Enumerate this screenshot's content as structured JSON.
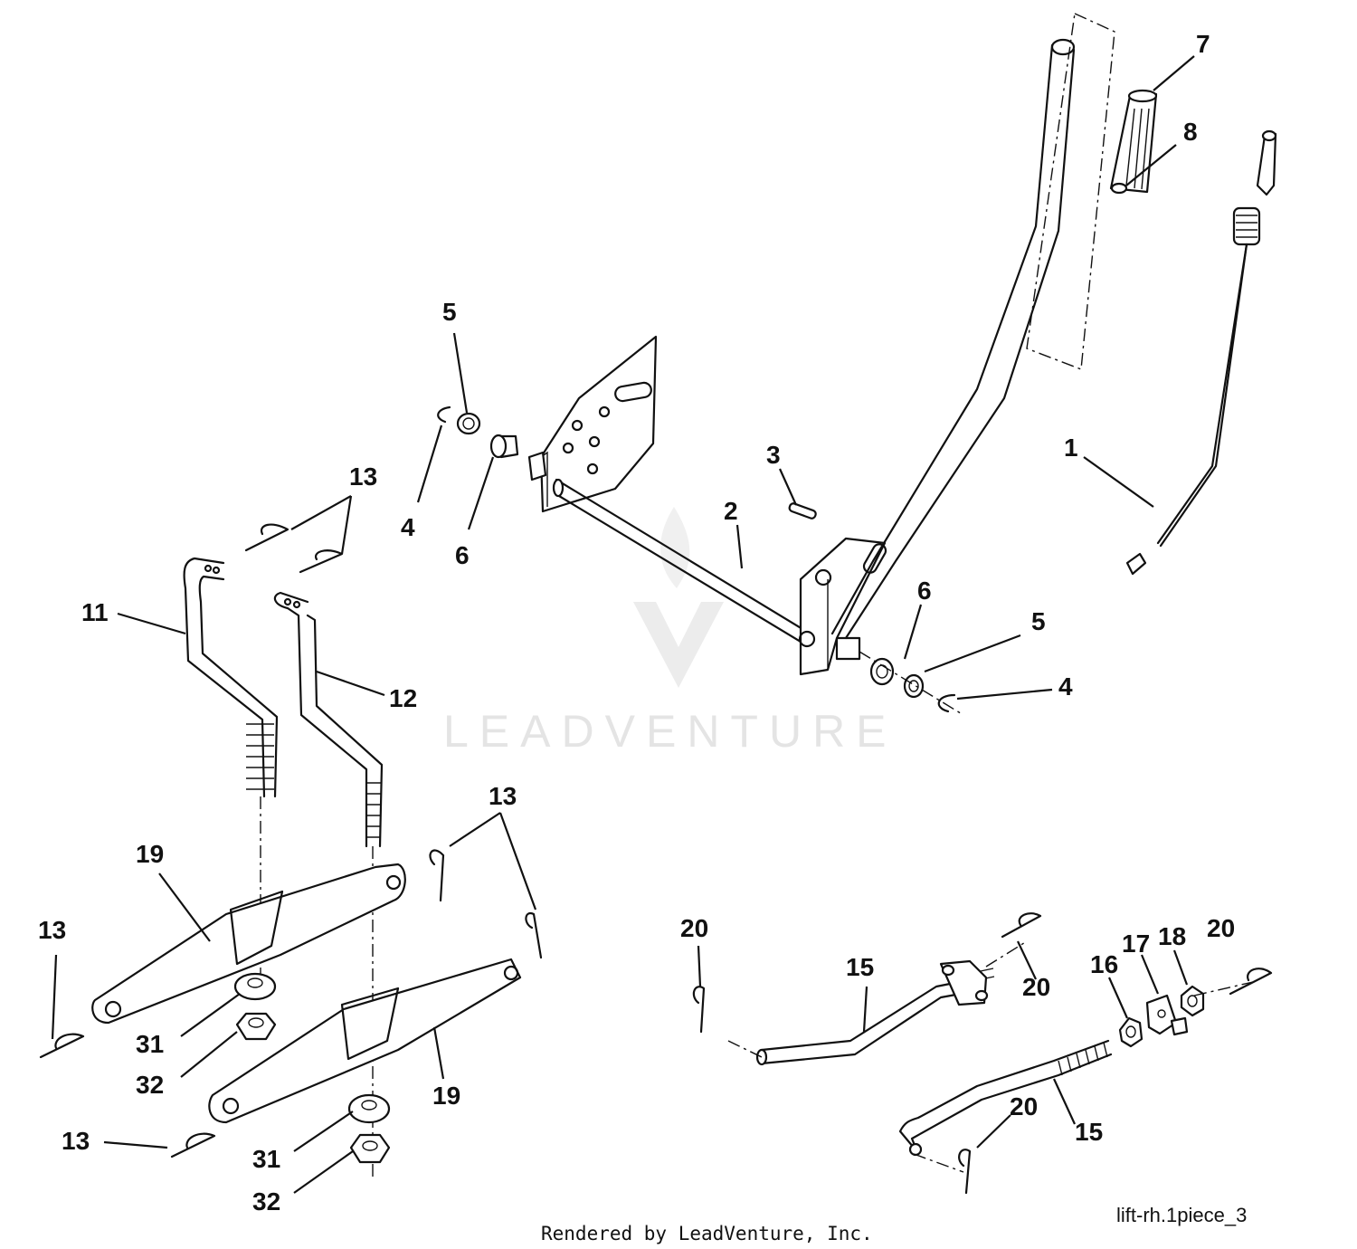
{
  "callouts": [
    {
      "id": "c1",
      "label": "1"
    },
    {
      "id": "c2",
      "label": "2"
    },
    {
      "id": "c3",
      "label": "3"
    },
    {
      "id": "c4a",
      "label": "4"
    },
    {
      "id": "c4b",
      "label": "4"
    },
    {
      "id": "c5a",
      "label": "5"
    },
    {
      "id": "c5b",
      "label": "5"
    },
    {
      "id": "c6a",
      "label": "6"
    },
    {
      "id": "c6b",
      "label": "6"
    },
    {
      "id": "c7",
      "label": "7"
    },
    {
      "id": "c8",
      "label": "8"
    },
    {
      "id": "c11",
      "label": "11"
    },
    {
      "id": "c12",
      "label": "12"
    },
    {
      "id": "c13a",
      "label": "13"
    },
    {
      "id": "c13b",
      "label": "13"
    },
    {
      "id": "c13c",
      "label": "13"
    },
    {
      "id": "c13d",
      "label": "13"
    },
    {
      "id": "c15a",
      "label": "15"
    },
    {
      "id": "c15b",
      "label": "15"
    },
    {
      "id": "c16",
      "label": "16"
    },
    {
      "id": "c17",
      "label": "17"
    },
    {
      "id": "c18",
      "label": "18"
    },
    {
      "id": "c19a",
      "label": "19"
    },
    {
      "id": "c19b",
      "label": "19"
    },
    {
      "id": "c20a",
      "label": "20"
    },
    {
      "id": "c20b",
      "label": "20"
    },
    {
      "id": "c20c",
      "label": "20"
    },
    {
      "id": "c20d",
      "label": "20"
    },
    {
      "id": "c31a",
      "label": "31"
    },
    {
      "id": "c31b",
      "label": "31"
    },
    {
      "id": "c32a",
      "label": "32"
    },
    {
      "id": "c32b",
      "label": "32"
    }
  ],
  "watermark": "LEADVENTURE",
  "footer": "Rendered by LeadVenture, Inc.",
  "drawing_ref": "lift-rh.1piece_3",
  "colors": {
    "line": "#111111",
    "watermark": "#e4e4e4",
    "background": "#ffffff"
  }
}
